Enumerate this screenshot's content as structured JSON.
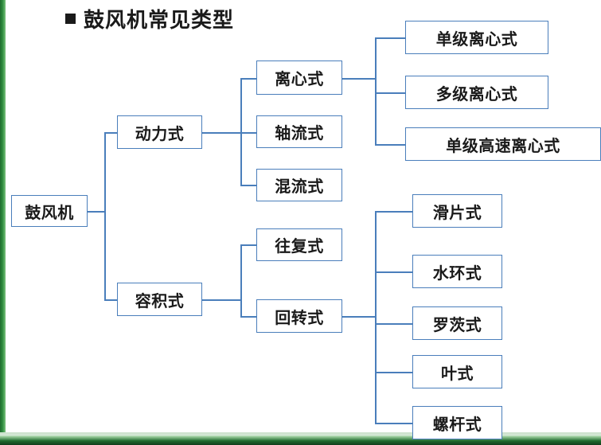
{
  "slide": {
    "title": "鼓风机常见类型",
    "bullet_icon": "square-bullet-icon",
    "accent_color": "#4a7ebb",
    "bar_color": "#1f6b2e"
  },
  "diagram": {
    "type": "tree",
    "root": {
      "label": "鼓风机"
    },
    "level1": [
      {
        "label": "动力式"
      },
      {
        "label": "容积式"
      }
    ],
    "level2": [
      {
        "label": "离心式",
        "parent": "动力式"
      },
      {
        "label": "轴流式",
        "parent": "动力式"
      },
      {
        "label": "混流式",
        "parent": "动力式"
      },
      {
        "label": "往复式",
        "parent": "容积式"
      },
      {
        "label": "回转式",
        "parent": "容积式"
      }
    ],
    "level3": [
      {
        "label": "单级离心式",
        "parent": "离心式"
      },
      {
        "label": "多级离心式",
        "parent": "离心式"
      },
      {
        "label": "单级高速离心式",
        "parent": "离心式"
      },
      {
        "label": "滑片式",
        "parent": "回转式"
      },
      {
        "label": "水环式",
        "parent": "回转式"
      },
      {
        "label": "罗茨式",
        "parent": "回转式"
      },
      {
        "label": "叶式",
        "parent": "回转式"
      },
      {
        "label": "螺杆式",
        "parent": "回转式"
      }
    ]
  }
}
